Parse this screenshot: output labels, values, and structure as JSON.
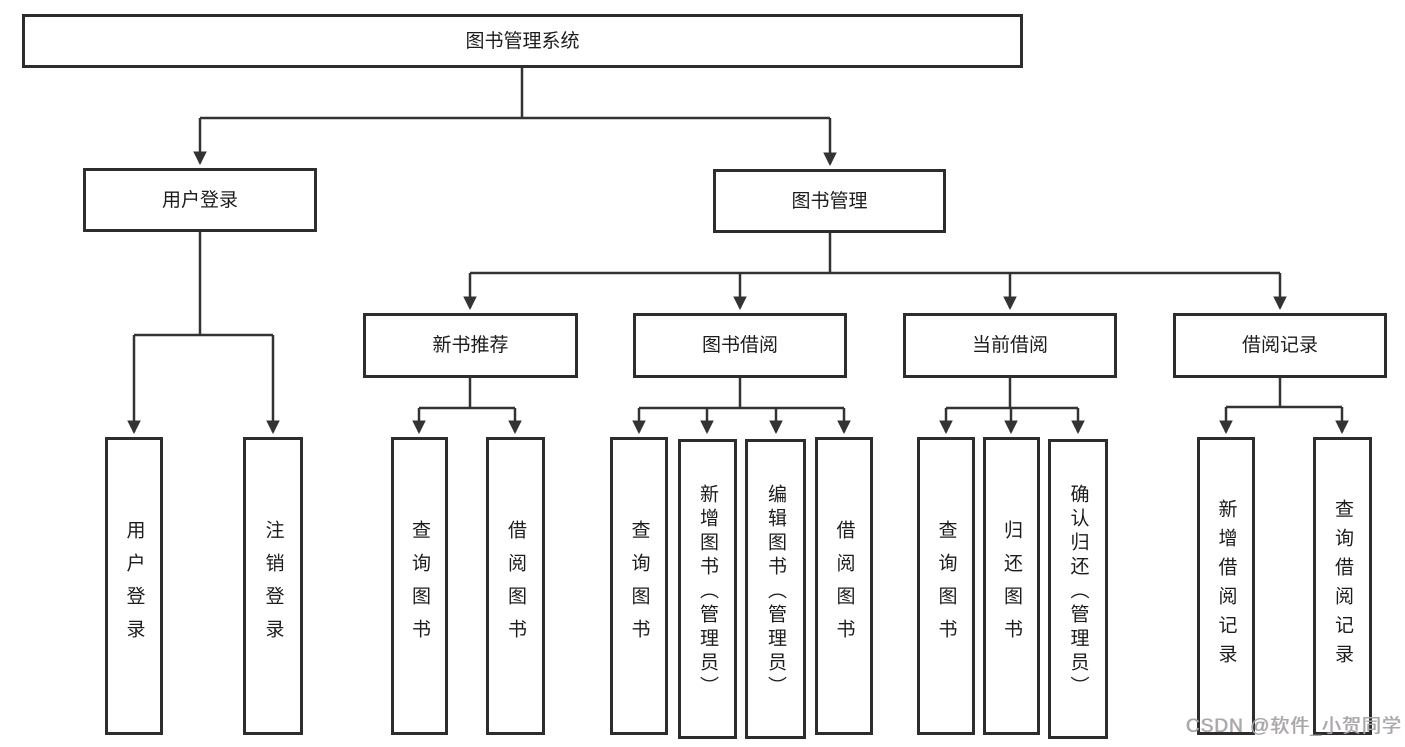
{
  "nodes": {
    "root": "图书管理系统",
    "user_login": "用户登录",
    "book_management": "图书管理",
    "new_book_recommendation": "新书推荐",
    "book_borrowing": "图书借阅",
    "current_borrowing": "当前借阅",
    "borrowing_records": "借阅记录",
    "leaf_user_login": "用户登录",
    "leaf_logout": "注销登录",
    "leaf_nbr_search_books": "查询图书",
    "leaf_nbr_borrow_books": "借阅图书",
    "leaf_bb_search_books": "查询图书",
    "leaf_bb_add_books": "新增图书（管理员）",
    "leaf_bb_edit_books": "编辑图书（管理员）",
    "leaf_bb_borrow_books": "借阅图书",
    "leaf_cb_search_books": "查询图书",
    "leaf_cb_return_books": "归还图书",
    "leaf_cb_confirm_return": "确认归还（管理员）",
    "leaf_br_add_record": "新增借阅记录",
    "leaf_br_search_record": "查询借阅记录"
  },
  "hierarchy": {
    "图书管理系统": {
      "用户登录": [
        "用户登录",
        "注销登录"
      ],
      "图书管理": {
        "新书推荐": [
          "查询图书",
          "借阅图书"
        ],
        "图书借阅": [
          "查询图书",
          "新增图书（管理员）",
          "编辑图书（管理员）",
          "借阅图书"
        ],
        "当前借阅": [
          "查询图书",
          "归还图书",
          "确认归还（管理员）"
        ],
        "借阅记录": [
          "新增借阅记录",
          "查询借阅记录"
        ]
      }
    }
  },
  "watermark": "CSDN @软件_小贺同学",
  "colors": {
    "background": "#ffffff",
    "box_border": "#2d2d2d",
    "connector_line": "#333333",
    "text": "#1c1c1c",
    "watermark_text": "#a8a8a8"
  }
}
